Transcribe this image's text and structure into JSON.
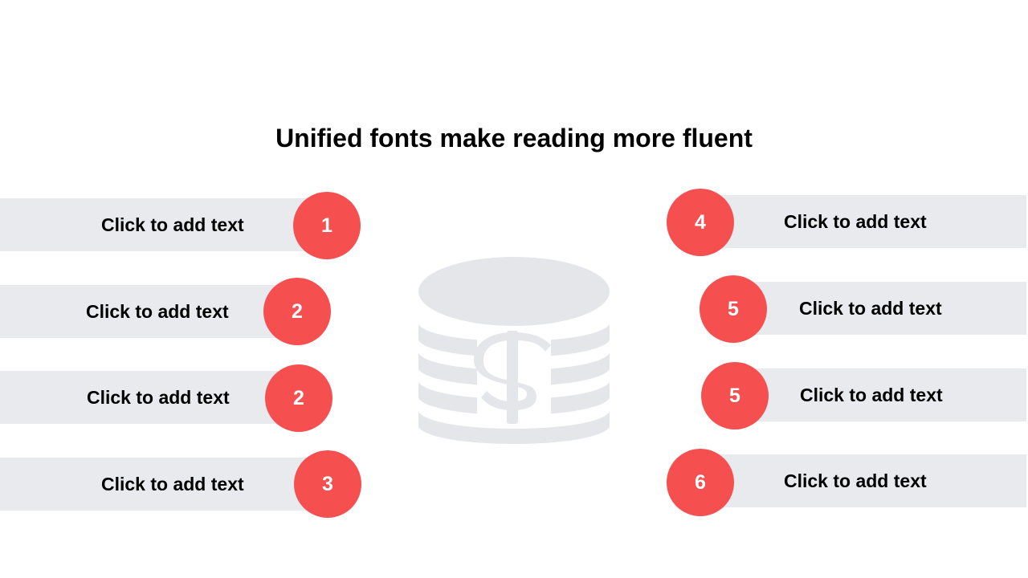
{
  "slide": {
    "title": "Unified fonts make reading more fluent"
  },
  "left_items": [
    {
      "label": "Click to add text",
      "number": "1"
    },
    {
      "label": "Click to add text",
      "number": "2"
    },
    {
      "label": "Click to add text",
      "number": "2"
    },
    {
      "label": "Click to add text",
      "number": "3"
    }
  ],
  "right_items": [
    {
      "label": "Click to add text",
      "number": "4"
    },
    {
      "label": "Click to add text",
      "number": "5"
    },
    {
      "label": "Click to add text",
      "number": "5"
    },
    {
      "label": "Click to add text",
      "number": "6"
    }
  ],
  "colors": {
    "accent": "#f64f50",
    "bar": "#e9eaed",
    "icon": "#e5e6ea"
  },
  "icons": {
    "center": "dollar-coins-icon"
  }
}
